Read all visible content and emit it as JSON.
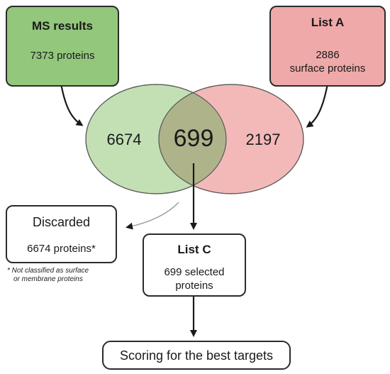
{
  "ms_box": {
    "title": "MS results",
    "subtitle": "7373 proteins"
  },
  "list_a_box": {
    "title": "List A",
    "line1": "2886",
    "line2": "surface proteins"
  },
  "venn": {
    "left_only": "6674",
    "intersection": "699",
    "right_only": "2197",
    "colors": {
      "left": "#c3e0b5",
      "right": "#f3b9b9",
      "overlap": "#aeb38a"
    }
  },
  "discarded_box": {
    "title": "Discarded",
    "subtitle": "6674 proteins*"
  },
  "footnote": {
    "line1": "*  Not classified as surface",
    "line2": "or membrane proteins"
  },
  "list_c_box": {
    "title": "List C",
    "line1": "699 selected",
    "line2": "proteins"
  },
  "scoring_box": {
    "label": "Scoring for the best targets"
  },
  "colors": {
    "ms": "#92c77c",
    "list_a": "#efa9a9",
    "stroke": "#2b2b2b"
  }
}
